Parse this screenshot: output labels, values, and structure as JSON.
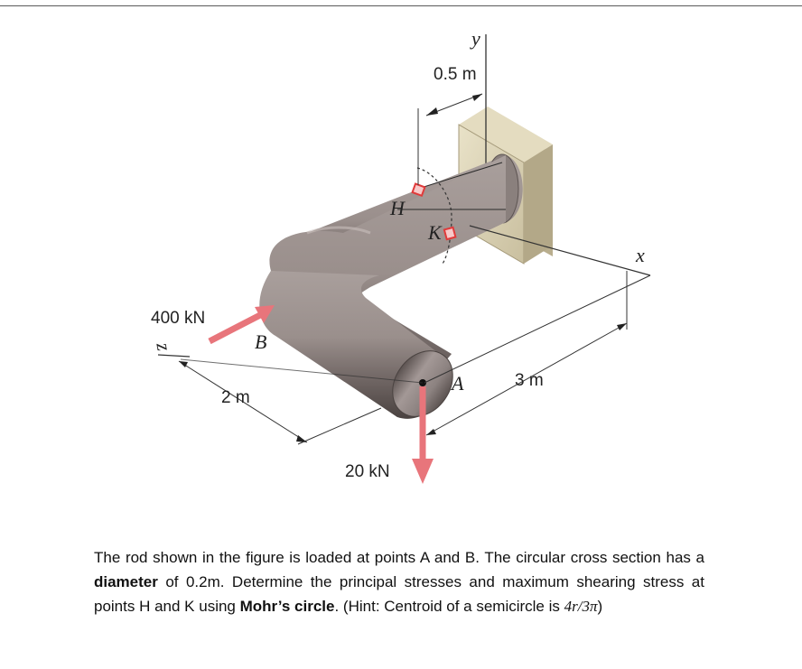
{
  "figure": {
    "labels": {
      "load_b": "400 kN",
      "load_a": "20 kN",
      "dim_top": "0.5 m",
      "dim_left": "2 m",
      "dim_right": "3 m",
      "point_h": "H",
      "point_k": "K",
      "point_a": "A",
      "point_b": "B",
      "axis_x": "x",
      "axis_y": "y",
      "axis_z": "z"
    },
    "colors": {
      "rod": "#8a7f7c",
      "wall": "#d8ceb0",
      "arrow": "#e8757b",
      "marker": "#e03a3a"
    }
  },
  "problem": {
    "part1": "The rod shown in the figure is loaded at points A and B. The circular cross section has a ",
    "bold1": "diameter",
    "part2": " of 0.2m. Determine the principal stresses and maximum shearing stress at points H and K using ",
    "bold2": "Mohr’s circle",
    "part3": ". (Hint: Centroid of a semicircle is ",
    "formula": "4r/3π",
    "part4": ")"
  }
}
